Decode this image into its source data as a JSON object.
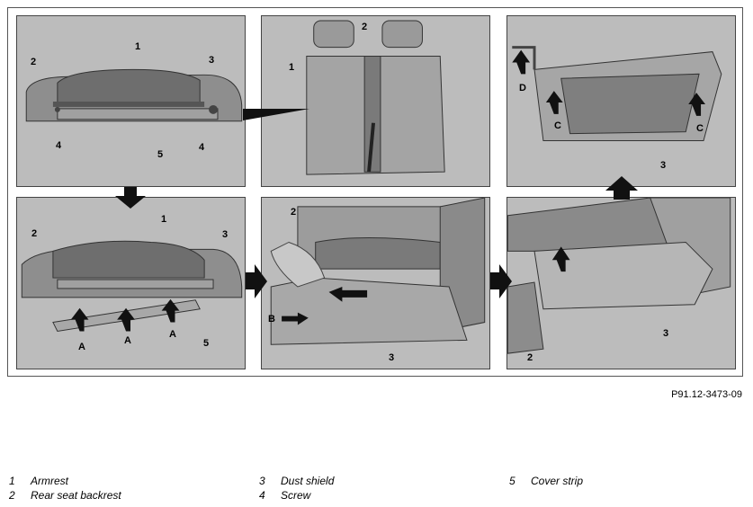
{
  "figure": {
    "reference": "P91.12-3473-09",
    "panels": [
      {
        "id": "armrest-view",
        "callouts": [
          "1",
          "2",
          "3",
          "4",
          "4",
          "5"
        ]
      },
      {
        "id": "backrest-view",
        "callouts": [
          "1",
          "2"
        ]
      },
      {
        "id": "dust-shield-removed",
        "callouts": [
          "C",
          "C",
          "D",
          "3"
        ]
      },
      {
        "id": "armrest-underside",
        "callouts": [
          "1",
          "2",
          "3",
          "5",
          "A",
          "A",
          "A"
        ]
      },
      {
        "id": "seat-open",
        "callouts": [
          "2",
          "B",
          "3"
        ]
      },
      {
        "id": "seat-lift",
        "callouts": [
          "2",
          "3"
        ]
      }
    ]
  },
  "legend": [
    {
      "num": "1",
      "label": "Armrest"
    },
    {
      "num": "2",
      "label": "Rear seat backrest"
    },
    {
      "num": "3",
      "label": "Dust shield"
    },
    {
      "num": "4",
      "label": "Screw"
    },
    {
      "num": "5",
      "label": "Cover strip"
    }
  ],
  "colors": {
    "panel_bg": "#bcbcbc",
    "frame": "#555555",
    "arrow": "#111111"
  }
}
